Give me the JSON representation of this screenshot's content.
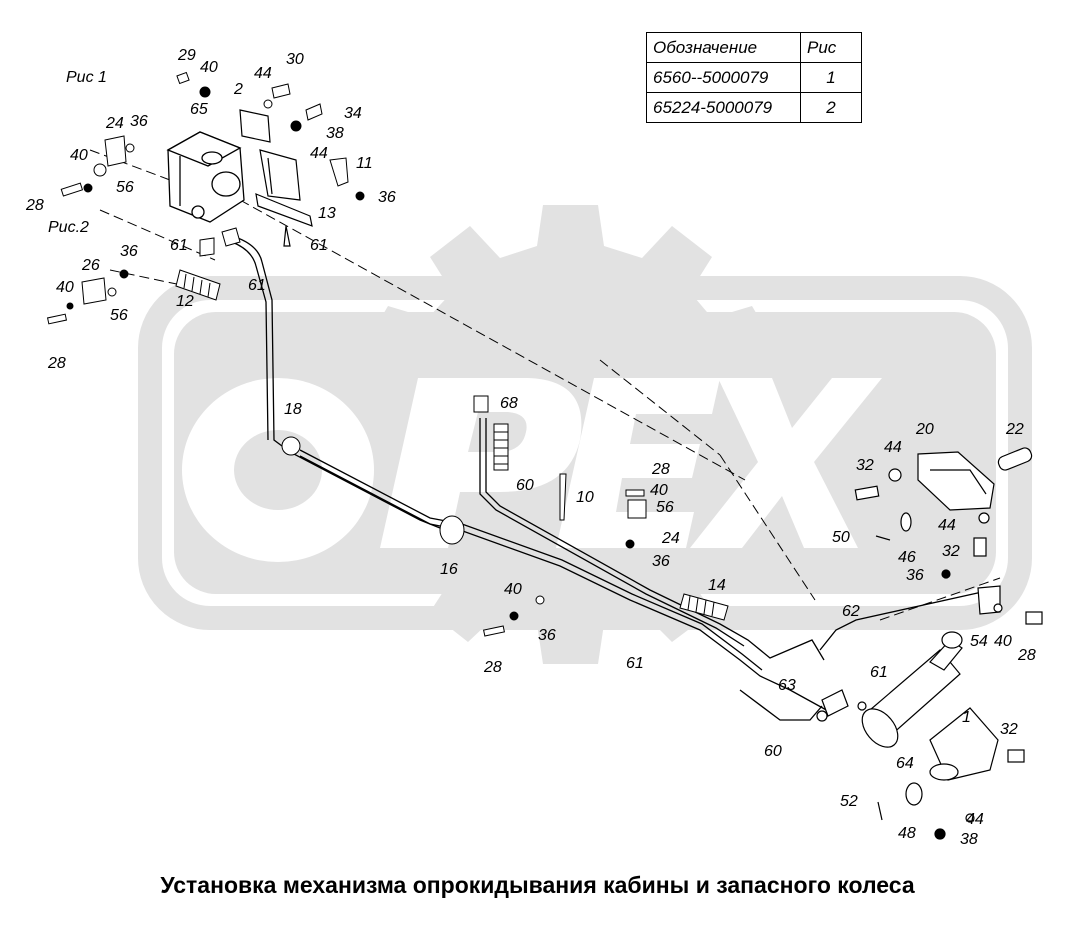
{
  "caption": "Установка механизма опрокидывания кабины и запасного колеса",
  "watermark": "OPEX",
  "legend": {
    "headers": [
      "Обозначение",
      "Рис"
    ],
    "rows": [
      [
        "6560--5000079",
        "1"
      ],
      [
        "65224-5000079",
        "2"
      ]
    ]
  },
  "figure_labels": [
    "Рис 1",
    "Рис.2"
  ],
  "callouts": [
    "29",
    "40",
    "30",
    "44",
    "2",
    "65",
    "34",
    "38",
    "24",
    "36",
    "44",
    "11",
    "40",
    "56",
    "13",
    "36",
    "28",
    "61",
    "61",
    "61",
    "26",
    "36",
    "40",
    "12",
    "56",
    "28",
    "18",
    "68",
    "28",
    "40",
    "60",
    "10",
    "56",
    "24",
    "36",
    "16",
    "40",
    "36",
    "14",
    "28",
    "61",
    "62",
    "63",
    "61",
    "60",
    "20",
    "22",
    "44",
    "32",
    "44",
    "50",
    "46",
    "32",
    "36",
    "54",
    "40",
    "28",
    "1",
    "32",
    "64",
    "52",
    "48",
    "44",
    "38"
  ]
}
